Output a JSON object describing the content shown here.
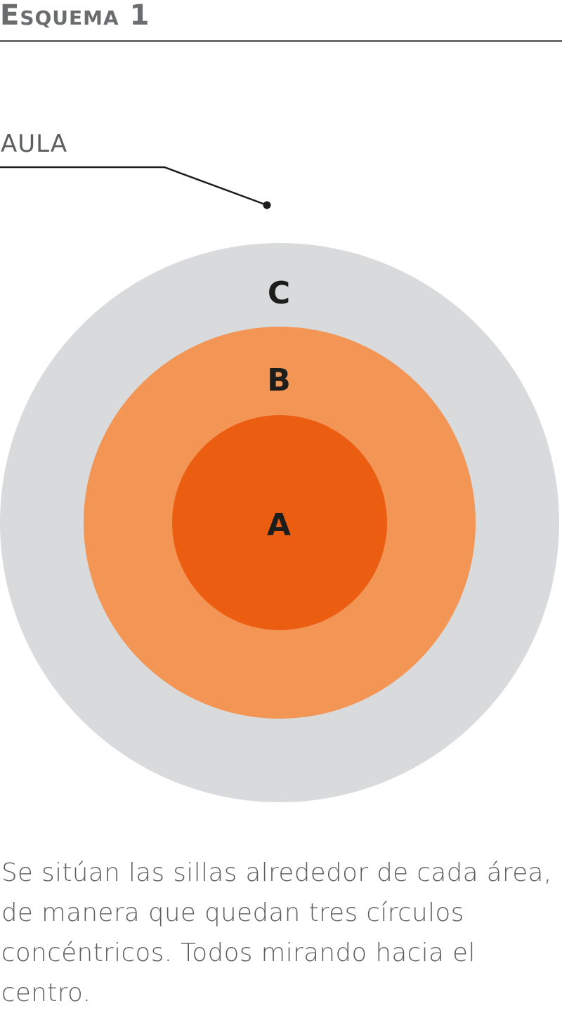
{
  "header": {
    "title": "Esquema 1"
  },
  "diagram": {
    "aula_label": "AULA",
    "zones": [
      {
        "label": "C",
        "color": "#d9dadb"
      },
      {
        "label": "B",
        "color": "#f29555"
      },
      {
        "label": "A",
        "color": "#eb5e12"
      }
    ],
    "label_color": "#1d1d1b",
    "leader_color": "#1d1d1b"
  },
  "caption": {
    "text": "Se sitúan las sillas alrededor de cada área, de manera que quedan tres círculos concéntricos. Todos mirando hacia el centro."
  }
}
